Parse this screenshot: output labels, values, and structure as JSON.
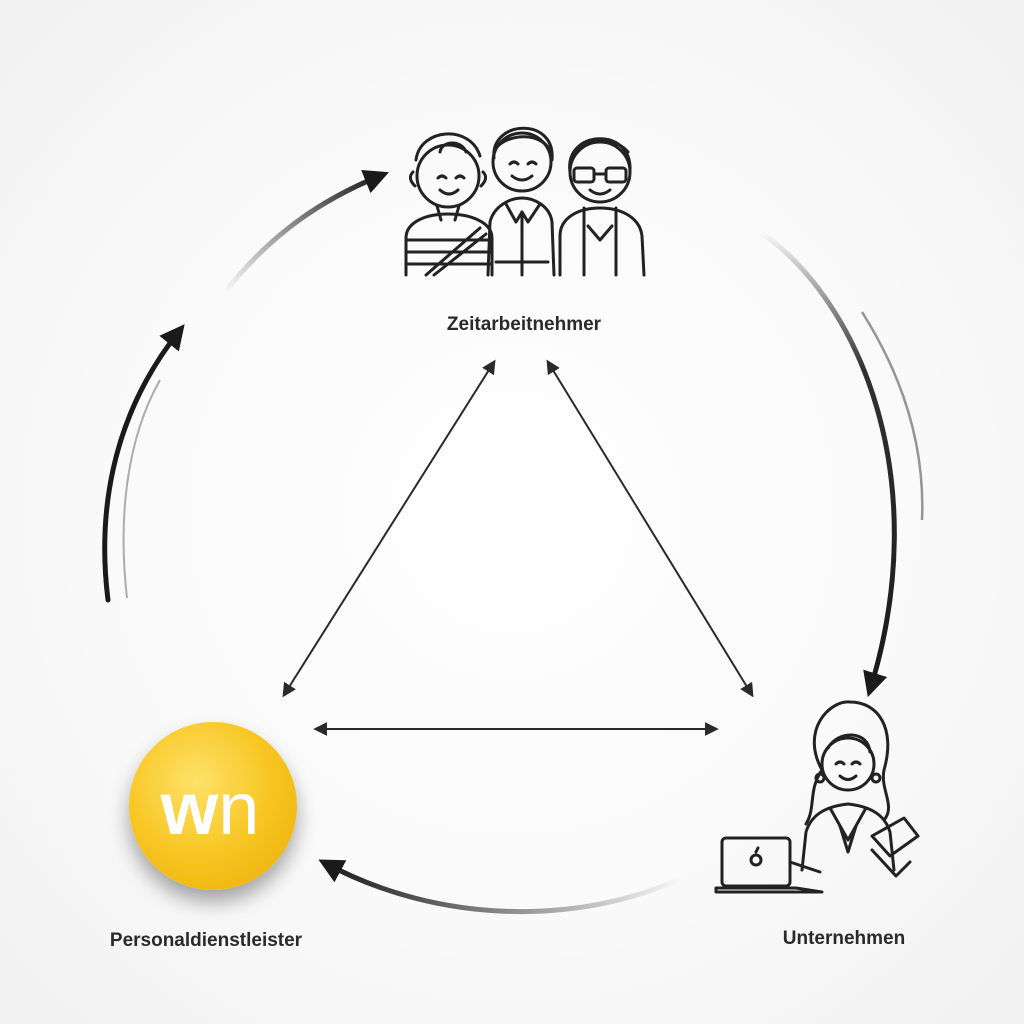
{
  "nodes": {
    "workers": {
      "label": "Zeitarbeitnehmer",
      "icon": "group-of-people-icon"
    },
    "provider": {
      "label": "Personaldienstleister",
      "icon": "wn-logo",
      "logo_text_bold": "w",
      "logo_text_light": "n"
    },
    "company": {
      "label": "Unternehmen",
      "icon": "businesswoman-with-laptop-icon"
    }
  },
  "colors": {
    "logo_fill": "#f7c21b",
    "logo_highlight": "#fcd64a",
    "line": "#2a2a2a"
  }
}
